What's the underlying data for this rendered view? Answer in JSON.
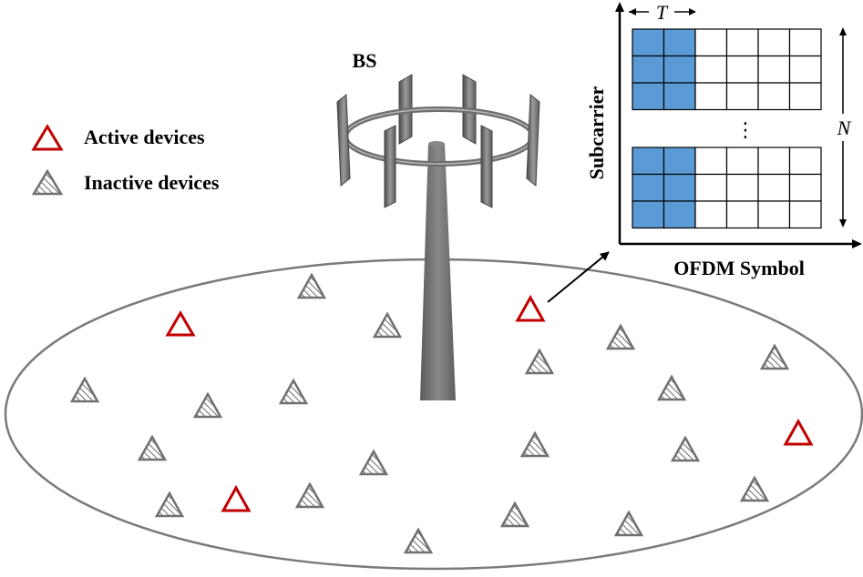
{
  "labels": {
    "bs": "BS",
    "legend_active": "Active devices",
    "legend_inactive": "Inactive devices",
    "y_axis": "Subcarrier",
    "x_axis": "OFDM Symbol",
    "t_label": "T",
    "n_label": "N",
    "dots": "⋮"
  },
  "colors": {
    "active": "#c00000",
    "inactive": "#707070",
    "pilot": "#5b9bd5",
    "ring": "#6e6e6e",
    "tower": "#6a6a6a"
  },
  "grid": {
    "columns": 6,
    "rows_per_block": 3,
    "blocks": 2,
    "pilot_columns": 2
  }
}
